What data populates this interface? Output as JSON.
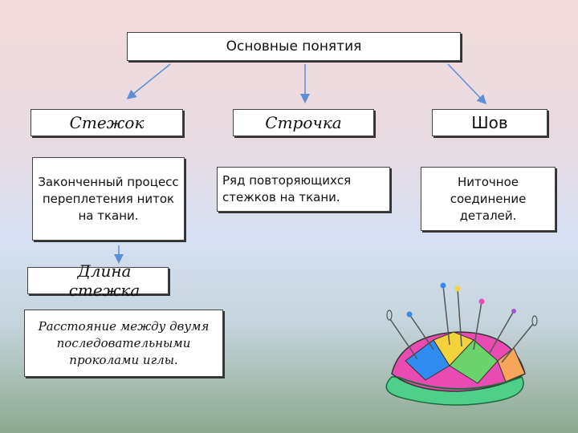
{
  "title": "Основные понятия",
  "columns": [
    {
      "heading": "Стежок",
      "description": "Законченный процесс переплетения ниток на ткани."
    },
    {
      "heading": "Строчка",
      "description": "Ряд повторяющихся стежков на ткани."
    },
    {
      "heading": "Шов",
      "description": "Ниточное соединение деталей."
    }
  ],
  "sub": {
    "heading": "Длина стежка",
    "description": "Расстояние между двумя последовательными проколами иглы."
  },
  "colors": {
    "arrow": "#5b8fd6",
    "box_border": "#444444",
    "box_fill": "#ffffff"
  },
  "illustration": "pincushion-with-pins"
}
